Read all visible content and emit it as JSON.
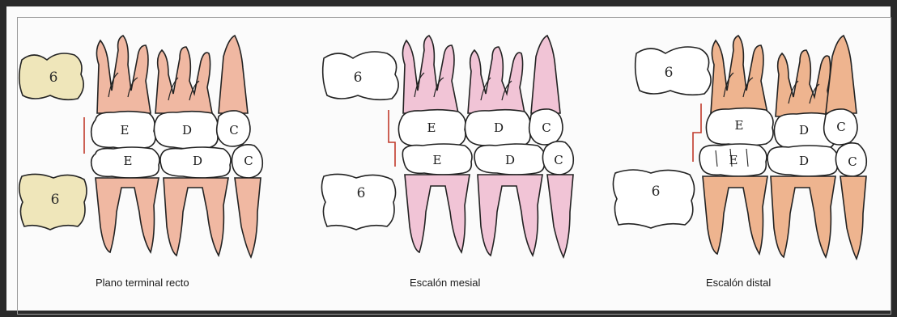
{
  "colors": {
    "pink": "#f0b8a2",
    "lilac": "#f1c4d6",
    "orange": "#eeb48f",
    "molar6": "#efe6ba",
    "outline": "#222222",
    "step": "#c0392b"
  },
  "panels": [
    {
      "caption": "Plano terminal recto",
      "molar_label": "6",
      "upper_labels": [
        "E",
        "D",
        "C"
      ],
      "lower_labels": [
        "E",
        "D",
        "C"
      ],
      "relation_icon": "straight-plane-marker"
    },
    {
      "caption": "Escalón mesial",
      "molar_label": "6",
      "upper_labels": [
        "E",
        "D",
        "C"
      ],
      "lower_labels": [
        "E",
        "D",
        "C"
      ],
      "relation_icon": "mesial-step-marker"
    },
    {
      "caption": "Escalón distal",
      "molar_label": "6",
      "upper_labels": [
        "E",
        "D",
        "C"
      ],
      "lower_labels": [
        "E",
        "D",
        "C"
      ],
      "relation_icon": "distal-step-marker"
    }
  ]
}
